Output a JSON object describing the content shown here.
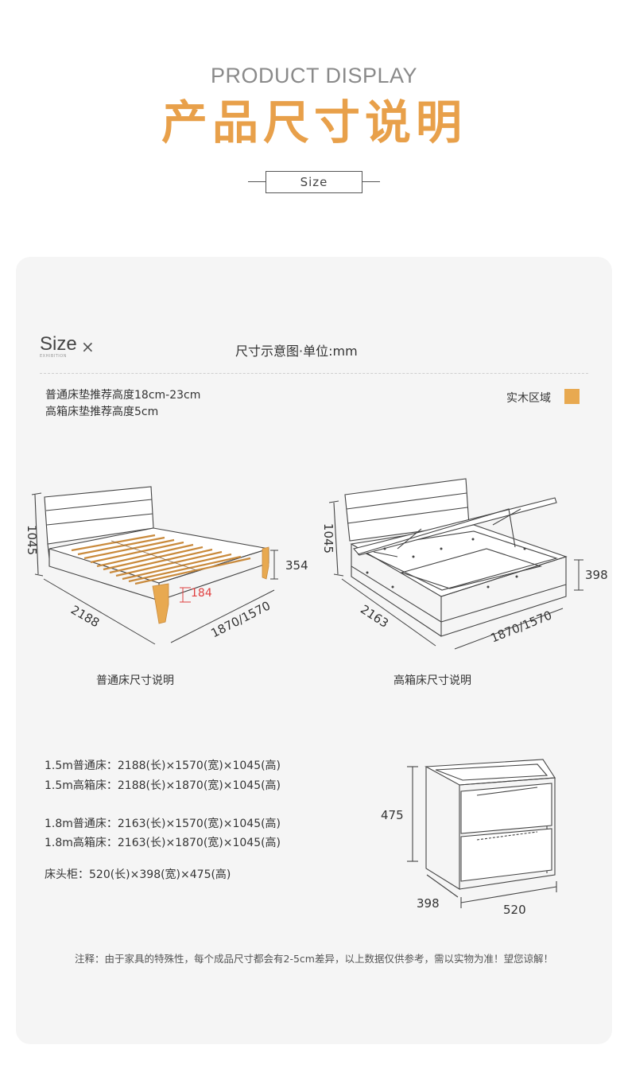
{
  "header": {
    "eyebrow": "PRODUCT DISPLAY",
    "title": "产品尺寸说明",
    "tag": "Size"
  },
  "panel": {
    "logo_main": "Size",
    "logo_x": "×",
    "logo_sub": "EXHIBITION",
    "caption": "尺寸示意图·单位:mm",
    "notes": [
      "普通床垫推荐高度18cm-23cm",
      "高箱床垫推荐高度5cm"
    ],
    "legend_label": "实木区域",
    "legend_color": "#e8a950"
  },
  "bed_normal": {
    "caption": "普通床尺寸说明",
    "height": "1045",
    "length": "2188",
    "width": "1870/1570",
    "side_height": "354",
    "leg_height": "184"
  },
  "bed_storage": {
    "caption": "高箱床尺寸说明",
    "height": "1045",
    "length": "2163",
    "width": "1870/1570",
    "side_height": "398"
  },
  "nightstand": {
    "height": "475",
    "depth": "398",
    "width": "520"
  },
  "specs": [
    "1.5m普通床：2188(长)×1570(宽)×1045(高)",
    "1.5m高箱床：2188(长)×1870(宽)×1045(高)",
    "1.8m普通床：2163(长)×1570(宽)×1045(高)",
    "1.8m高箱床：2163(长)×1870(宽)×1045(高)",
    "床头柜：520(长)×398(宽)×475(高)"
  ],
  "footnote": "注释：由于家具的特殊性，每个成品尺寸都会有2-5cm差异，以上数据仅供参考，需以实物为准！望您谅解！"
}
